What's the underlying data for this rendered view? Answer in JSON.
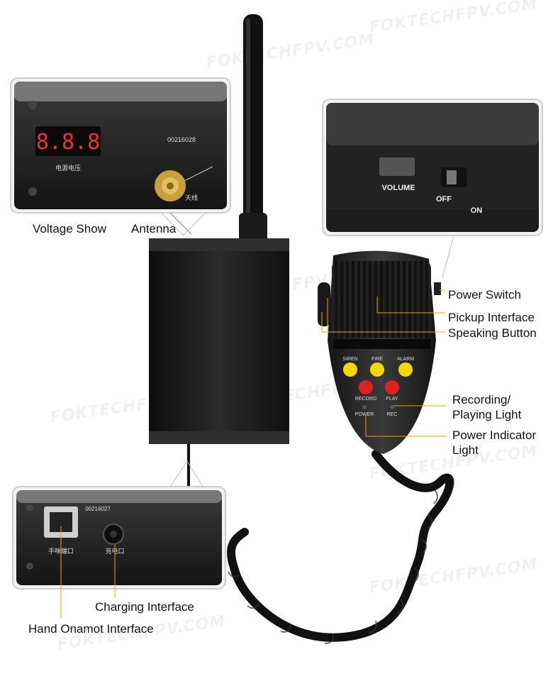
{
  "watermark": "FOKTECHFPV.COM",
  "device": {
    "serial_top": "00216028",
    "serial_bottom": "00216027",
    "display_digits": "8.8.8",
    "cn_voltage": "电源电压",
    "cn_antenna": "天线",
    "cn_handset_port": "手咪端口",
    "cn_charge_port": "充电口"
  },
  "switch_panel": {
    "volume": "VOLUME",
    "off": "OFF",
    "on": "ON"
  },
  "mic_buttons": {
    "siren": "SIREN",
    "fire": "FIRE",
    "alarm": "ALARM",
    "record": "RECORD",
    "play": "PLAY",
    "power": "POWER",
    "rec": "REC"
  },
  "labels": {
    "voltage_show": "Voltage Show",
    "antenna": "Antenna",
    "power_switch": "Power Switch",
    "pickup_interface": "Pickup Interface",
    "speaking_button": "Speaking Button",
    "recording_light_1": "Recording/",
    "recording_light_2": "Playing Light",
    "power_indicator_1": "Power Indicator",
    "power_indicator_2": "Light",
    "charging_interface": "Charging Interface",
    "hand_interface": "Hand Onamot Interface"
  },
  "colors": {
    "accent": "#f2a100",
    "device": "#1a1a1a",
    "yellow_button": "#f5d800",
    "red_button": "#e02020"
  }
}
